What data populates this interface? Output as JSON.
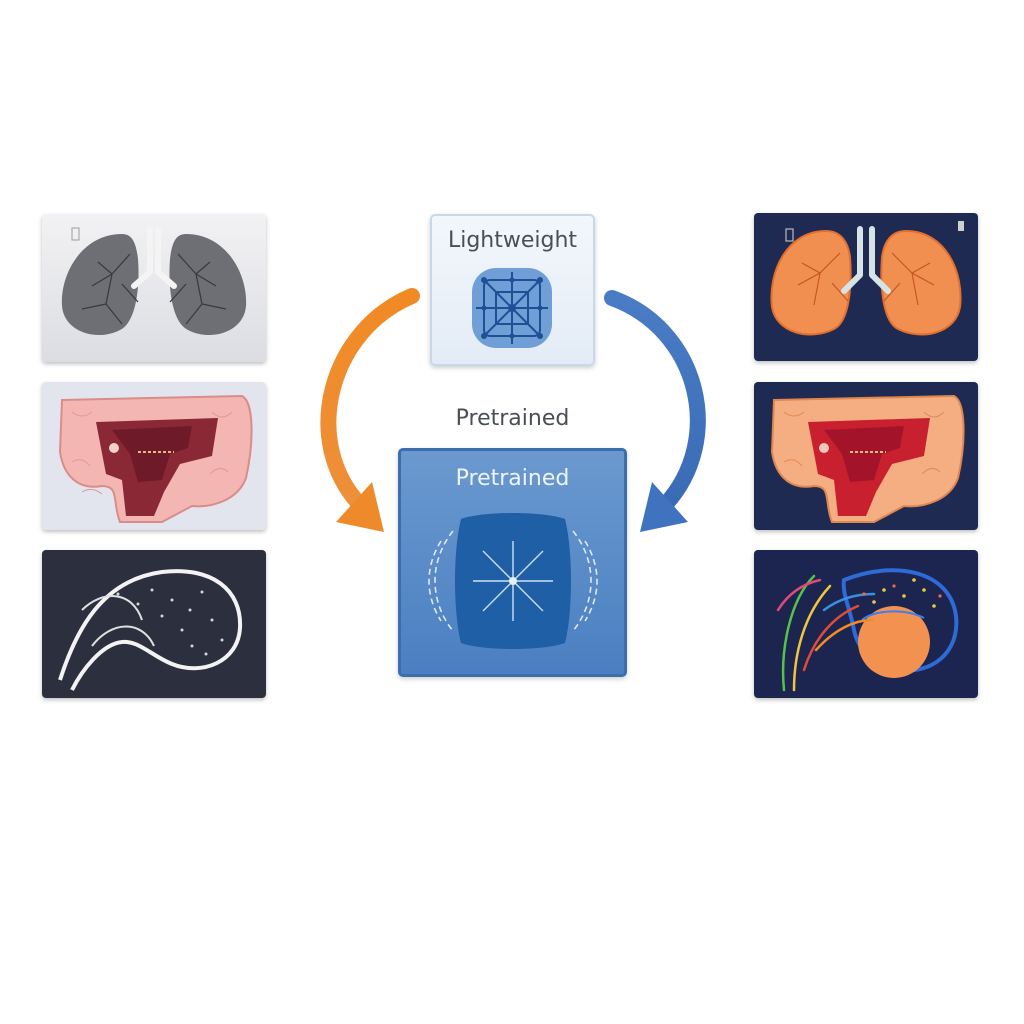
{
  "lightweight": {
    "label": "Lightweight"
  },
  "pretrained": {
    "outer_label": "Pretrained",
    "inner_label": "Pretrained"
  },
  "colors": {
    "orange_arrow": "#ee8a2a",
    "blue_arrow": "#3f73bf",
    "pretrained_fill": "#4a7fc1",
    "lightweight_fill": "#e8eff7"
  },
  "icons": {
    "left_panels": [
      "grayscale-lung-scan",
      "pink-colon-tissue",
      "dark-vessel-scan"
    ],
    "right_panels": [
      "orange-lung-segmentation",
      "red-colon-segmentation",
      "colored-vessel-segmentation"
    ],
    "arrows": [
      "orange-curved-arrow",
      "blue-curved-arrow"
    ]
  }
}
